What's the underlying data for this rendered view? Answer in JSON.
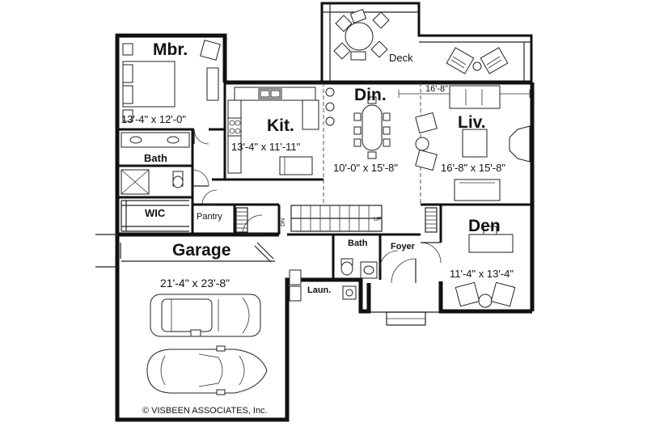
{
  "rooms": {
    "deck": {
      "name": "Deck"
    },
    "master_bedroom": {
      "name": "Mbr.",
      "size": "13'-4\" x 12'-0\""
    },
    "kitchen": {
      "name": "Kit.",
      "size": "13'-4\" x 11'-11\""
    },
    "dining": {
      "name": "Din.",
      "size": "10'-0\" x 15'-8\""
    },
    "living": {
      "name": "Liv.",
      "size": "16'-8\" x 15'-8\""
    },
    "living_span": "16'-8\"",
    "bath_master": {
      "name": "Bath"
    },
    "wic": {
      "name": "WIC"
    },
    "pantry": {
      "name": "Pantry"
    },
    "den": {
      "name": "Den",
      "size": "11'-4\" x 13'-4\""
    },
    "garage": {
      "name": "Garage",
      "size": "21'-4\" x 23'-8\""
    },
    "bath_half": {
      "name": "Bath"
    },
    "foyer": {
      "name": "Foyer"
    },
    "laundry": {
      "name": "Laun."
    }
  },
  "stair_labels": {
    "dn": "DN",
    "up": "UP"
  },
  "copyright": "© VISBEEN ASSOCIATES, Inc."
}
